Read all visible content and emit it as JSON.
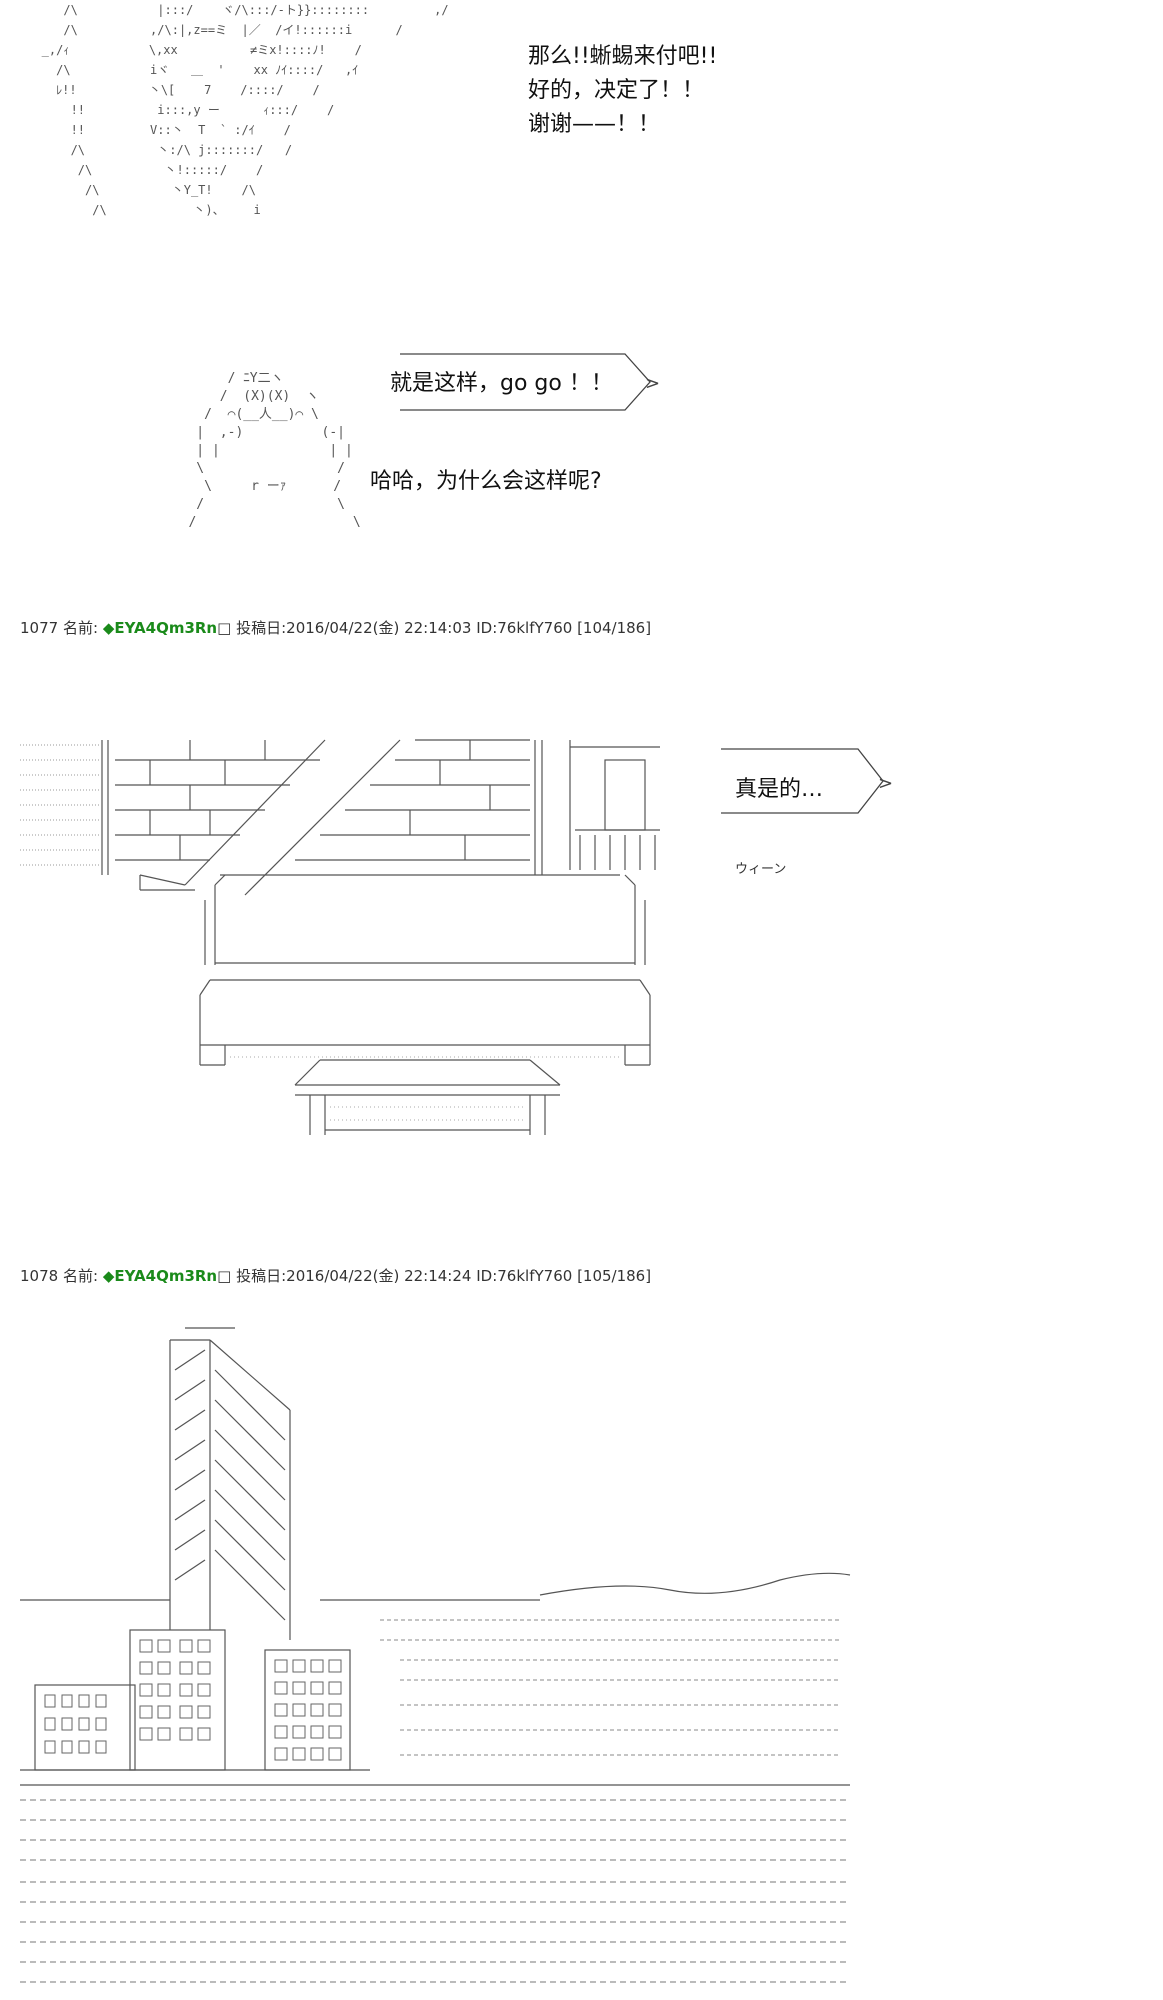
{
  "scene1": {
    "lines": [
      "那么!!蜥蜴来付吧!!",
      "好的，决定了！！",
      "谢谢——！！"
    ]
  },
  "scene2": {
    "bubble_text": "就是这样，go go ！！",
    "line": "哈哈，为什么会这样呢?"
  },
  "post1077": {
    "number": "1077",
    "name_label": "名前:",
    "trip": "◆EYA4Qm3Rn",
    "posted_label": "投稿日:",
    "date": "2016/04/22(金) 22:14:03",
    "id": "ID:76klfY760",
    "count": "[104/186]",
    "bubble_text": "真是的…",
    "sfx": "ウィーン"
  },
  "post1078": {
    "number": "1078",
    "name_label": "名前:",
    "trip": "◆EYA4Qm3Rn",
    "posted_label": "投稿日:",
    "date": "2016/04/22(金) 22:14:24",
    "id": "ID:76klfY760",
    "count": "[105/186]"
  }
}
